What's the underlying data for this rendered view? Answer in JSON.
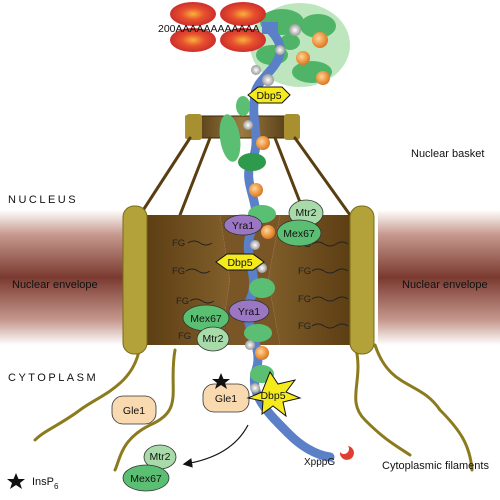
{
  "labels": {
    "poly_a": "200AAAAAAAAAAAA",
    "nucleus": "NUCLEUS",
    "cytoplasm": "CYTOPLASM",
    "nuclear_basket": "Nuclear basket",
    "nuclear_envelope_left": "Nuclear envelope",
    "nuclear_envelope_right": "Nuclear envelope",
    "cytoplasmic_filaments": "Cytoplasmic filaments",
    "insp6_legend": "InsP",
    "insp6_subscript": "6",
    "cap": "XpppG"
  },
  "proteins": {
    "dbp5_top": "Dbp5",
    "yra1_upper": "Yra1",
    "mtr2_upper": "Mtr2",
    "mex67_upper": "Mex67",
    "dbp5_middle": "Dbp5",
    "mex67_lower": "Mex67",
    "yra1_lower": "Yra1",
    "mtr2_lower": "Mtr2",
    "gle1_left": "Gle1",
    "gle1_center": "Gle1",
    "dbp5_bottom": "Dbp5",
    "mtr2_released": "Mtr2",
    "mex67_released": "Mex67"
  },
  "fg_repeat": "FG",
  "colors": {
    "envelope": "#9b5a4e",
    "pore_body": "#6b4a1c",
    "ring": "#b3a13a",
    "basket": "#5a3e12",
    "filament": "#8c7b1e",
    "mrna": "#5b80c8",
    "protein_green": "#5bbf73",
    "protein_light_green": "#a8dba9",
    "gle1": "#f8d9b0",
    "yra1": "#9b76c2",
    "dbp5": "#f5ea1c",
    "cap": "#e23b2f",
    "protein_orange": "#ee9b3e"
  },
  "icons": {
    "insp6": "star-icon",
    "export_direction": "curved-arrow-icon"
  }
}
